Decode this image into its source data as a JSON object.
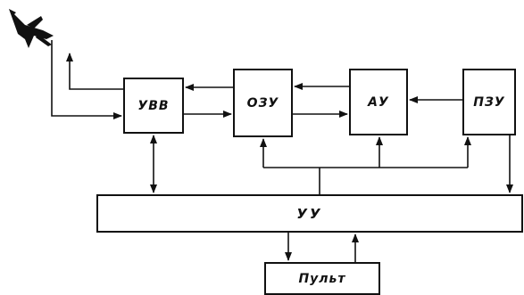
{
  "diagram": {
    "blocks": {
      "uvv": "УВВ",
      "ozu": "ОЗУ",
      "au": "АУ",
      "lzu": "ПЗУ",
      "uu": "УУ",
      "pult": "Пульт"
    },
    "aircraft_icon": "fighter-jet-icon",
    "line_color": "#111111",
    "background": "#ffffff"
  }
}
